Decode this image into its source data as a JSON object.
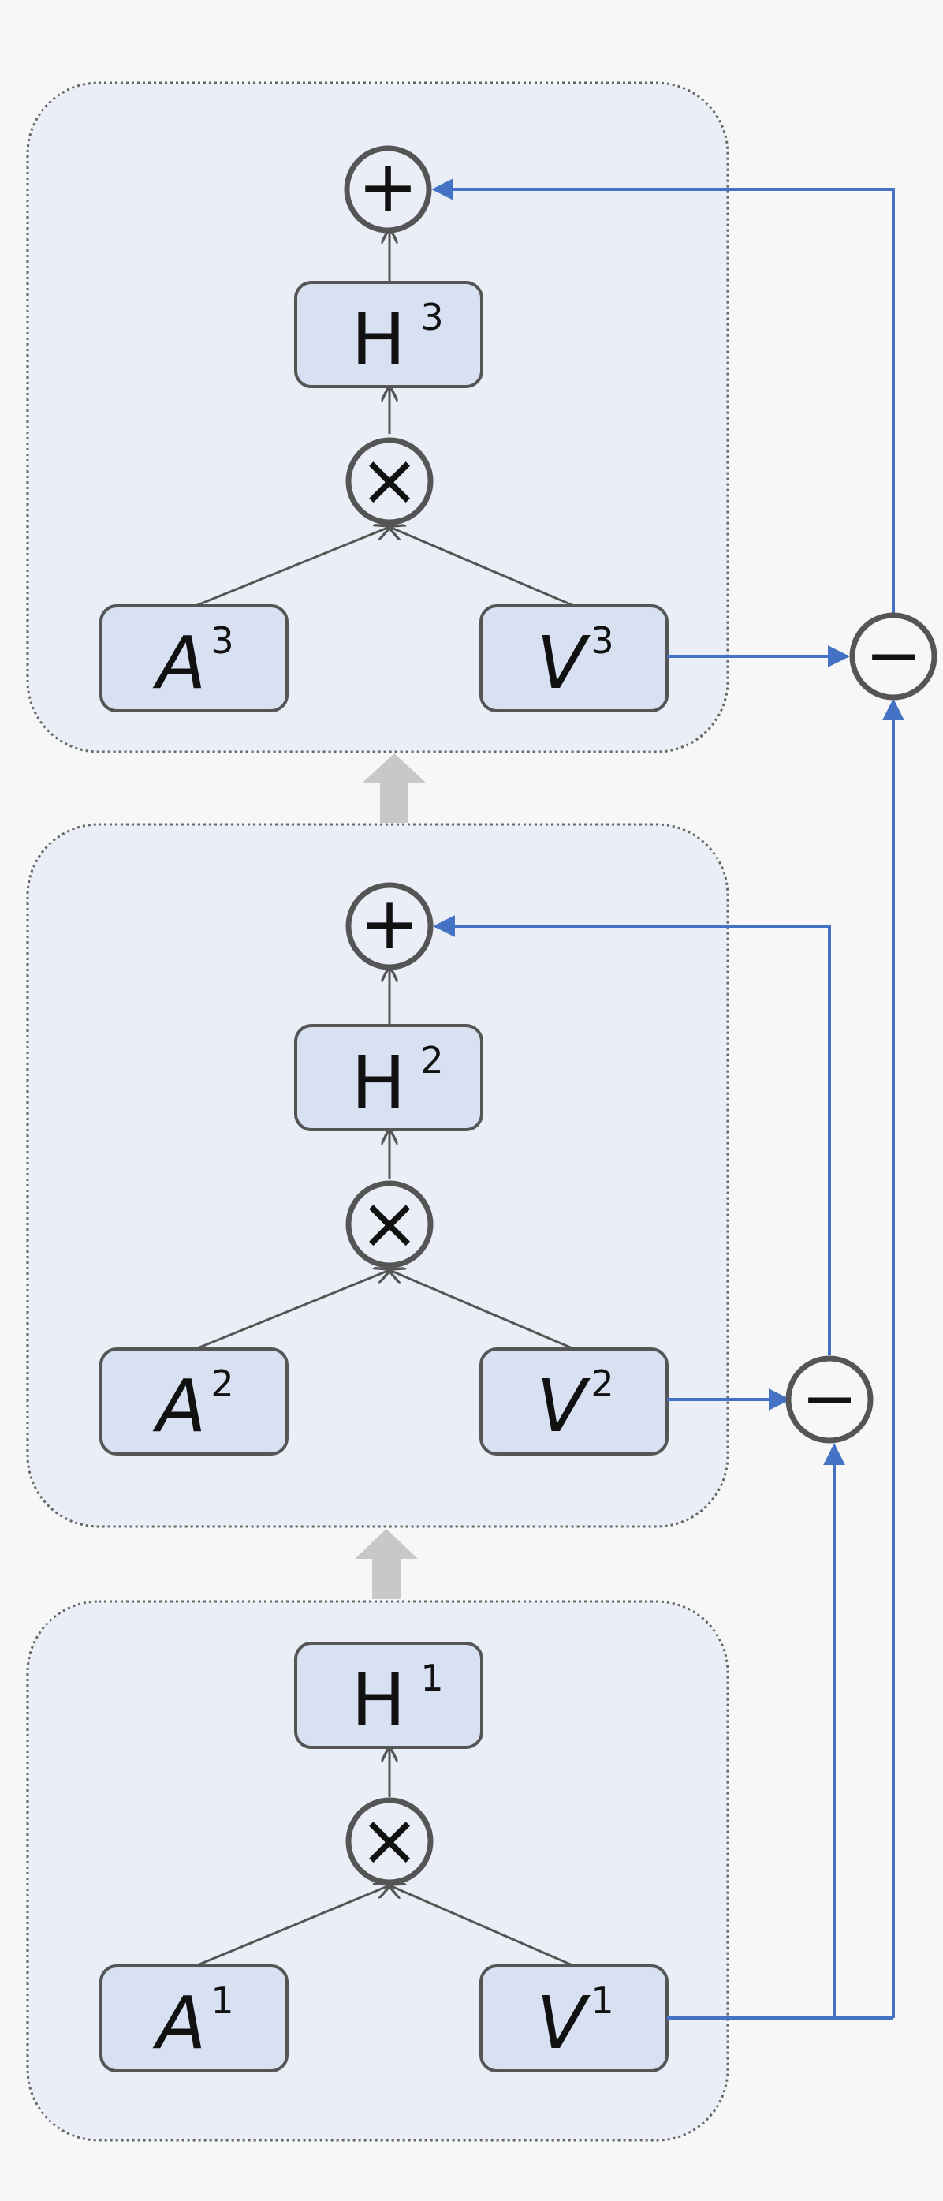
{
  "colors": {
    "panel_fill": "#e9eef7",
    "panel_border": "#666666",
    "node_fill": "#d7e1f1",
    "node_border": "#555555",
    "arrow_gray": "#555555",
    "arrow_blue": "#4472c4",
    "up_arrow": "#c8c8c8",
    "background": "#f7f7f7"
  },
  "layers": [
    {
      "id": "layer-3",
      "H": {
        "base": "H",
        "sup": "3"
      },
      "A": {
        "base": "A",
        "sup": "3"
      },
      "V": {
        "base": "V",
        "sup": "3"
      },
      "multiply_symbol": "×",
      "add_symbol": "+"
    },
    {
      "id": "layer-2",
      "H": {
        "base": "H",
        "sup": "2"
      },
      "A": {
        "base": "A",
        "sup": "2"
      },
      "V": {
        "base": "V",
        "sup": "2"
      },
      "multiply_symbol": "×",
      "add_symbol": "+"
    },
    {
      "id": "layer-1",
      "H": {
        "base": "H",
        "sup": "1"
      },
      "A": {
        "base": "A",
        "sup": "1"
      },
      "V": {
        "base": "V",
        "sup": "1"
      },
      "multiply_symbol": "×"
    }
  ],
  "subtract_symbol": "−"
}
